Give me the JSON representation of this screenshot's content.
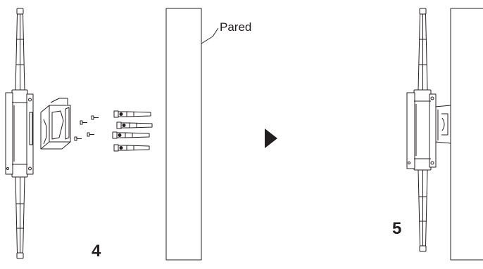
{
  "diagram": {
    "wall_label": "Pared",
    "step_left": "4",
    "step_right": "5",
    "colors": {
      "stroke": "#231f20",
      "fill": "#ffffff",
      "arrow": "#231f20"
    },
    "icons": {
      "step_arrow": "triangle-right-icon"
    }
  }
}
